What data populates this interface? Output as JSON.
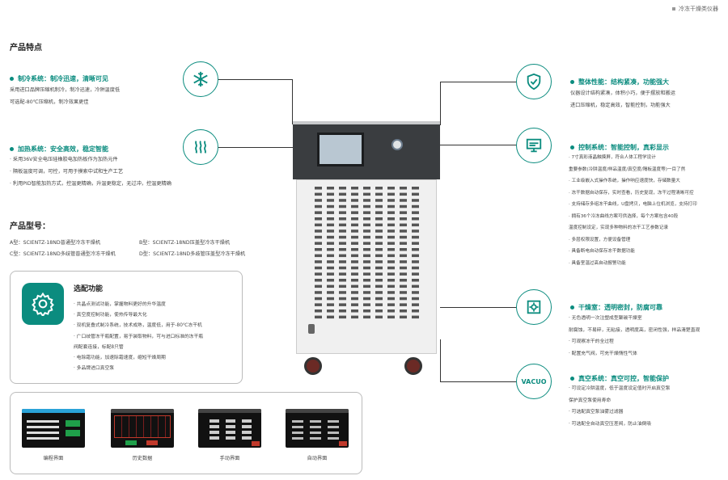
{
  "header_tag": "冷冻干燥类仪器",
  "features_heading": "产品特点",
  "left_features": [
    {
      "title": "制冷系统：制冷迅速，清晰可见",
      "icon": "snowflake-icon",
      "lines": [
        "采用进口品牌压缩机制冷，制冷迅速，冷阱温度低",
        "可选配-80℃压缩机，制冷效果更佳"
      ]
    },
    {
      "title": "加热系统：安全高效，稳定智能",
      "icon": "heat-waves-icon",
      "lines": [
        "· 采用36V安全电压硅橡胶电加热板作为加热元件",
        "· 隔板温度可调，可控，可用于摸索中试和生产工艺",
        "· 利用PID智能加热方式，控温更精确，升温更稳定，无过冲，控温更精确"
      ]
    }
  ],
  "models_heading": "产品型号：",
  "models": [
    "A型：SCIENTZ-18ND普通型冷冻干燥机",
    "B型：SCIENTZ-18ND压盖型冷冻干燥机",
    "C型：SCIENTZ-18ND多歧管普通型冷冻干燥机",
    "D型：SCIENTZ-18ND多歧管压盖型冷冻干燥机"
  ],
  "options": {
    "title": "选配功能",
    "items": [
      "· 共晶点测试功能，掌握物料更好的升华温度",
      "· 真空度控制功能，使热传导最大化",
      "· 双机复叠式制冷系统，技术成熟，温度低，用于-80℃冻干机",
      "· 广口歧管冻干瓶配置，易于装取物料，可与进口标准的冻干瓶",
      "  阀配套连接，标配8只管",
      "· 电除霜功能，加速除霜速度，缩短干燥周期",
      "· 多品牌进口真空泵"
    ]
  },
  "screens": [
    {
      "label": "编程界面"
    },
    {
      "label": "历史数据"
    },
    {
      "label": "手动界面"
    },
    {
      "label": "自动界面"
    }
  ],
  "right_features": [
    {
      "title": "整体性能：结构紧凑，功能强大",
      "icon": "shield-check-icon",
      "lines": [
        "仪器设计结构紧凑，体积小巧，便于摆放和搬运",
        "进口压缩机，稳定高效，智能控制，功能强大"
      ]
    },
    {
      "title": "控制系统：智能控制，真彩显示",
      "icon": "monitor-icon",
      "lines": [
        "· 7寸真彩液晶触摸屏，符合人体工程学设计",
        "  重要参数(冷阱温度/样品温度/真空度/隔板温度等)一目了然",
        "· 工业级嵌入式操作系统，操作响应速度快，存储数量大",
        "· 冻干数据自动保存，实时查看，历史复现，冻干过程清晰可控",
        "· 支持储存多组冻干曲线，U盘拷贝，电脑上位机浏览，支持打印",
        "· 拥有36个冷冻曲线方案可供选择，每个方案包含40段",
        "  温度控制设定，实现多种物料的冻干工艺参数记录",
        "· 多层权限设置，方便设备管理",
        "· 具备断电自动保存冻干数据功能",
        "· 具备室温过高自动报警功能"
      ]
    },
    {
      "title": "干燥室：透明密封，防腐可靠",
      "icon": "chamber-icon",
      "lines": [
        "· 无色透明一次注塑成型聚碳干燥室",
        "  耐腐蚀，不易碎，无粘接，透明度高，密闭性强，样品清楚直观",
        "· 可观察冻干的全过程",
        "· 配置充气阀，可充干燥惰性气体"
      ]
    },
    {
      "title": "真空系统：真空可控，智能保护",
      "icon_text": "VACUO",
      "lines": [
        "· 可设定冷阱温度，低于温度设定值时开启真空泵",
        "  保护真空泵使用寿命",
        "· 可选配真空泵油雾过滤器",
        "· 可选配全自动真空压差阀，防止油倒吸"
      ]
    }
  ],
  "colors": {
    "accent": "#0b8c7f",
    "machine_top": "#3a3d40",
    "wheel": "#6b2a25"
  }
}
